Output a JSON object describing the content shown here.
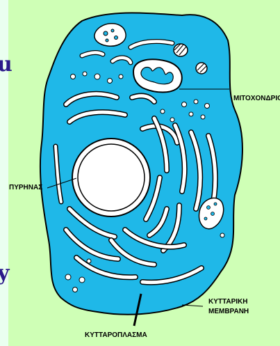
{
  "labels": {
    "mitochondria": "ΜΙΤΟΧΟΝΔΡΙΟ",
    "nucleus": "ΠΥΡΗΝΑΣ",
    "membrane_line1": "ΚΥΤΤΑΡΙΚΗ",
    "membrane_line2": "ΜΕΜΒΡΑΝΗ",
    "cytoplasm": "ΚΥΤΤΑΡΟΠΛΑΣΜΑ"
  },
  "edge_glyphs": {
    "left_upper": "u",
    "left_lower": "y"
  },
  "colors": {
    "background": "#cfffb6",
    "cell_fill": "#1fb8e8",
    "outline": "#000000",
    "organelle_fill": "#ffffff",
    "edge_text": "#2b1a8a"
  }
}
